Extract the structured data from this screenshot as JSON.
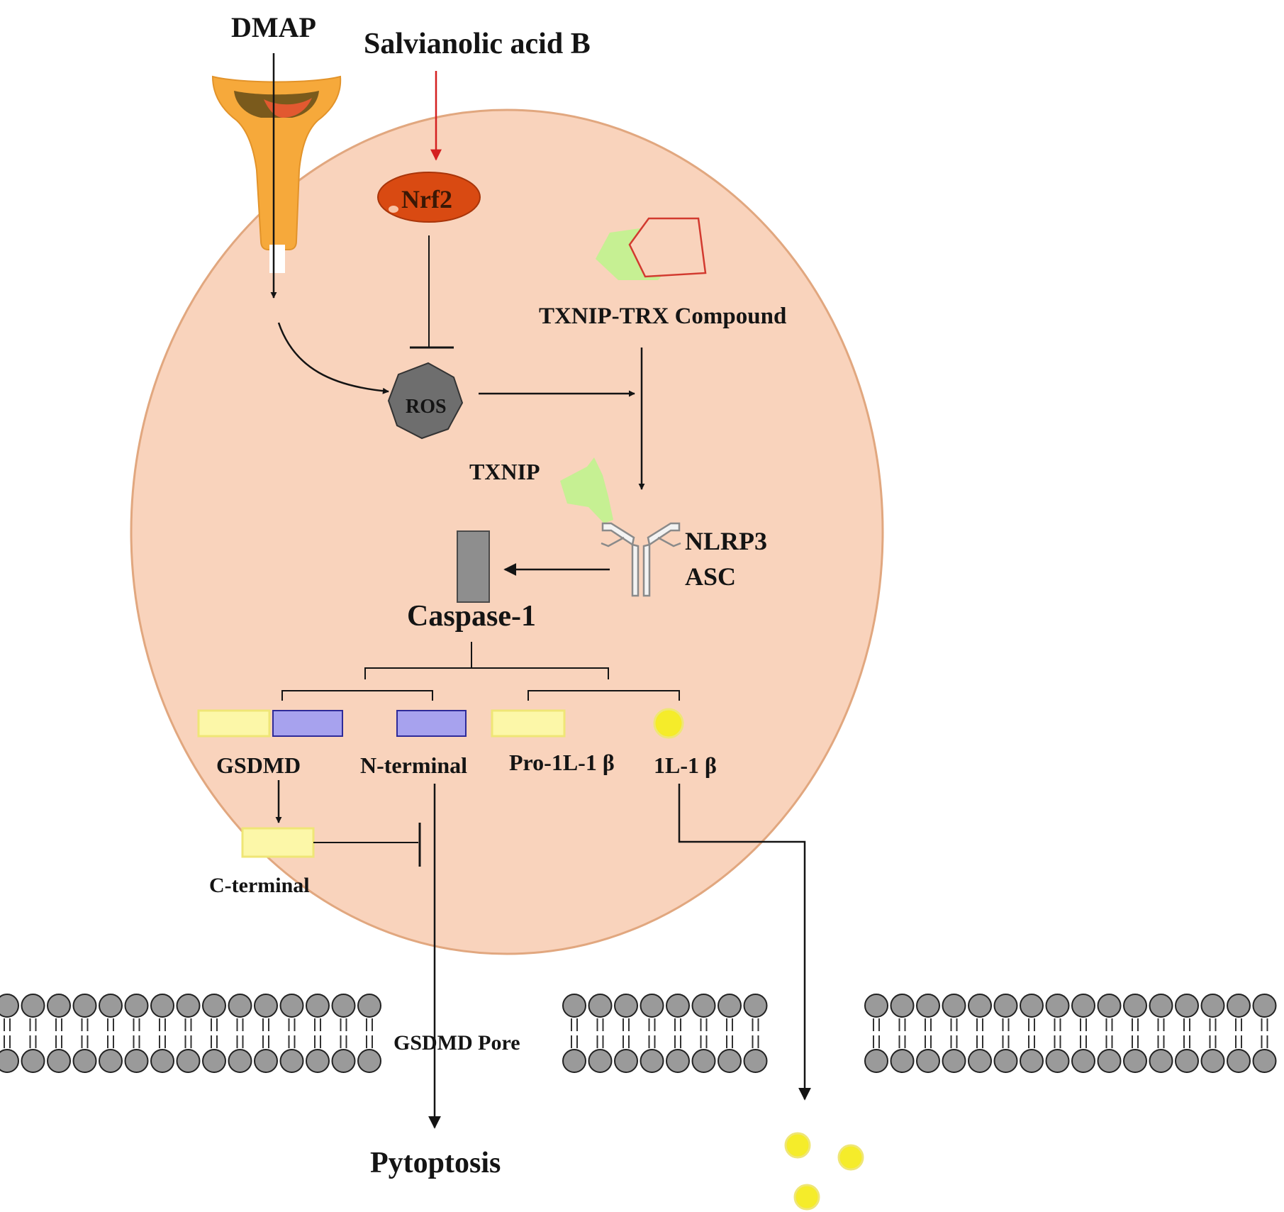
{
  "labels": {
    "dmap": "DMAP",
    "salvianolic": "Salvianolic acid B",
    "nrf2": "Nrf2",
    "txnip_trx": "TXNIP-TRX Compound",
    "ros": "ROS",
    "txnip": "TXNIP",
    "nlrp3": "NLRP3",
    "asc": "ASC",
    "caspase1": "Caspase-1",
    "gsdmd": "GSDMD",
    "n_terminal": "N-terminal",
    "pro_il1b": "Pro-1L-1 β",
    "il1b": "1L-1 β",
    "c_terminal": "C-terminal",
    "gsdmd_pore": "GSDMD Pore",
    "pytoptosis": "Pytoptosis"
  },
  "colors": {
    "cell_fill": "#f9d3bc",
    "cell_edge": "#e1a77f",
    "nrf2": "#d94a12",
    "receptor": "#f6a93b",
    "ros": "#6e6e6e",
    "txnip_green": "#c6f093",
    "trx_red": "#d23a2f",
    "caspase_gray": "#8e8e8e",
    "yellow_box": "#fcf7a8",
    "blue_box": "#a7a2ee",
    "il1b_dot": "#f5ec2a",
    "lipid_head": "#9a9a9a",
    "inhibit_red": "#d42020"
  }
}
